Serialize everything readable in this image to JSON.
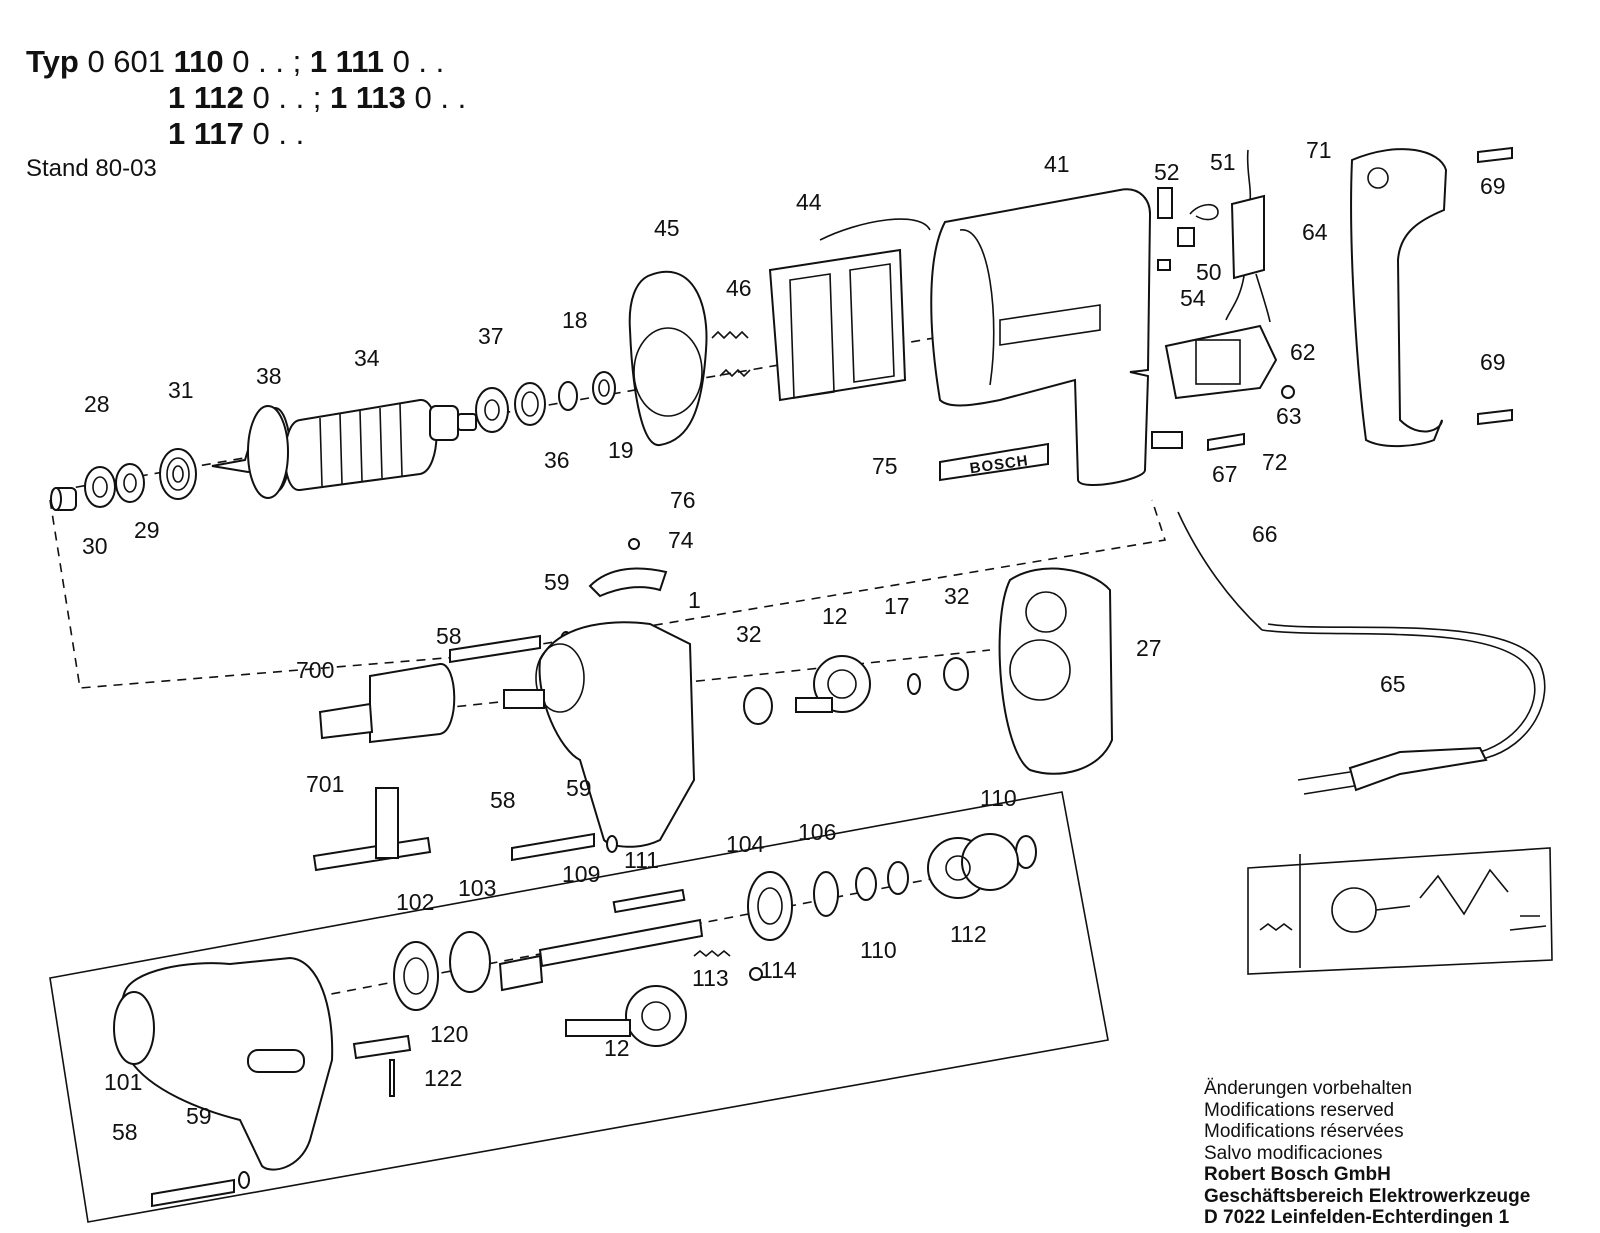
{
  "header": {
    "typ_word": "Typ",
    "line1": [
      {
        "text": "0 601 ",
        "bold": false
      },
      {
        "text": "110",
        "bold": true
      },
      {
        "text": " 0 . . ; ",
        "bold": false
      },
      {
        "text": "1 111",
        "bold": true
      },
      {
        "text": " 0 . .",
        "bold": false
      }
    ],
    "line2": [
      {
        "text": "1 112",
        "bold": true
      },
      {
        "text": " 0 . . ; ",
        "bold": false
      },
      {
        "text": "1 113",
        "bold": true
      },
      {
        "text": " 0 . .",
        "bold": false
      }
    ],
    "line3": [
      {
        "text": "1 117",
        "bold": true
      },
      {
        "text": " 0 . .",
        "bold": false
      }
    ],
    "stand": "Stand 80-03"
  },
  "brand_plate": "BOSCH",
  "part_labels": [
    "1",
    "12",
    "12",
    "17",
    "18",
    "19",
    "27",
    "28",
    "29",
    "30",
    "31",
    "32",
    "32",
    "34",
    "36",
    "37",
    "38",
    "41",
    "44",
    "45",
    "46",
    "50",
    "51",
    "52",
    "54",
    "58",
    "58",
    "58",
    "59",
    "59",
    "59",
    "62",
    "63",
    "64",
    "65",
    "66",
    "67",
    "69",
    "69",
    "71",
    "72",
    "74",
    "75",
    "76",
    "101",
    "102",
    "103",
    "104",
    "106",
    "109",
    "110",
    "110",
    "111",
    "112",
    "113",
    "114",
    "120",
    "122",
    "700",
    "701"
  ],
  "notes": {
    "lines": [
      "Änderungen vorbehalten",
      "Modifications reserved",
      "Modifications réservées",
      "Salvo modificaciones"
    ],
    "company": [
      "Robert Bosch GmbH",
      "Geschäftsbereich Elektrowerkzeuge",
      "D 7022 Leinfelden-Echterdingen 1"
    ]
  }
}
